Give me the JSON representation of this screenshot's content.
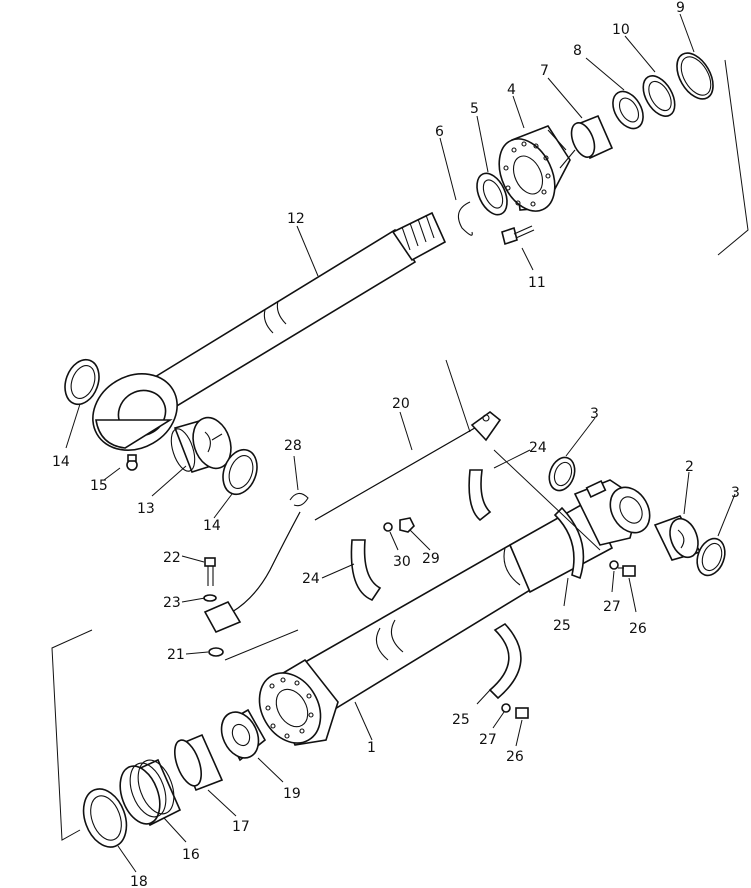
{
  "diagram": {
    "colors": {
      "ink": "#111111",
      "paper": "#ffffff"
    },
    "labels": {
      "p1": "1",
      "p2": "2",
      "p3a": "3",
      "p3b": "3",
      "p4": "4",
      "p5": "5",
      "p6": "6",
      "p7": "7",
      "p8": "8",
      "p9": "9",
      "p10": "10",
      "p11": "11",
      "p12": "12",
      "p13": "13",
      "p14a": "14",
      "p14b": "14",
      "p15": "15",
      "p16": "16",
      "p17": "17",
      "p18": "18",
      "p19": "19",
      "p20": "20",
      "p21": "21",
      "p22": "22",
      "p23": "23",
      "p24a": "24",
      "p24b": "24",
      "p25a": "25",
      "p25b": "25",
      "p26a": "26",
      "p26b": "26",
      "p27a": "27",
      "p27b": "27",
      "p28": "28",
      "p29": "29",
      "p30": "30"
    }
  }
}
